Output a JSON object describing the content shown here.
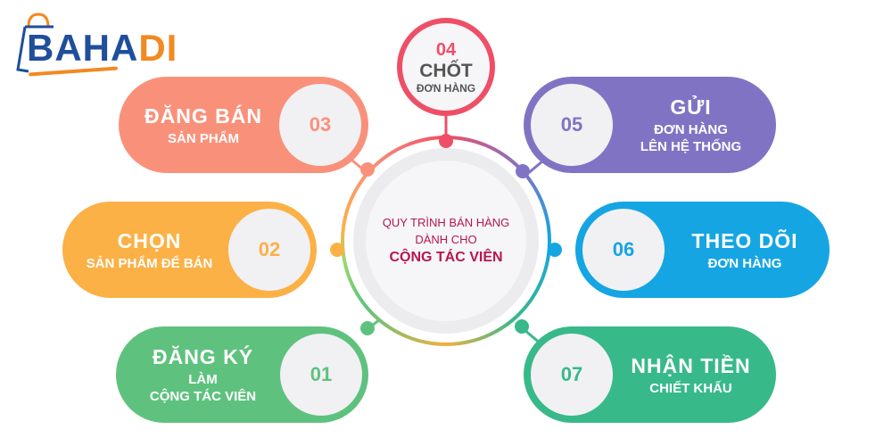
{
  "logo": {
    "text_main": "BAHA",
    "text_accent": "DI"
  },
  "center": {
    "line1": "QUY TRÌNH BÁN HÀNG",
    "line2": "DÀNH CHO",
    "line3": "CỘNG TÁC VIÊN"
  },
  "steps": [
    {
      "number": "01",
      "title": "ĐĂNG KÝ",
      "sub1": "LÀM",
      "sub2": "CỘNG TÁC VIÊN",
      "color": "#5ec27e"
    },
    {
      "number": "02",
      "title": "CHỌN",
      "sub1": "SẢN PHẨM ĐỂ BÁN",
      "color": "#fbb146"
    },
    {
      "number": "03",
      "title": "ĐĂNG BÁN",
      "sub1": "SẢN PHẨM",
      "color": "#f9917a"
    },
    {
      "number": "04",
      "title": "CHỐT",
      "sub1": "ĐƠN HÀNG",
      "color": "#ef4f66"
    },
    {
      "number": "05",
      "title": "GỬI",
      "sub1": "ĐƠN HÀNG",
      "sub2": "LÊN HỆ THỐNG",
      "color": "#8173c4"
    },
    {
      "number": "06",
      "title": "THEO DÕI",
      "sub1": "ĐƠN HÀNG",
      "color": "#15a5e3"
    },
    {
      "number": "07",
      "title": "NHẬN TIỀN",
      "sub1": "CHIẾT KHẤU",
      "color": "#38b98a"
    }
  ]
}
